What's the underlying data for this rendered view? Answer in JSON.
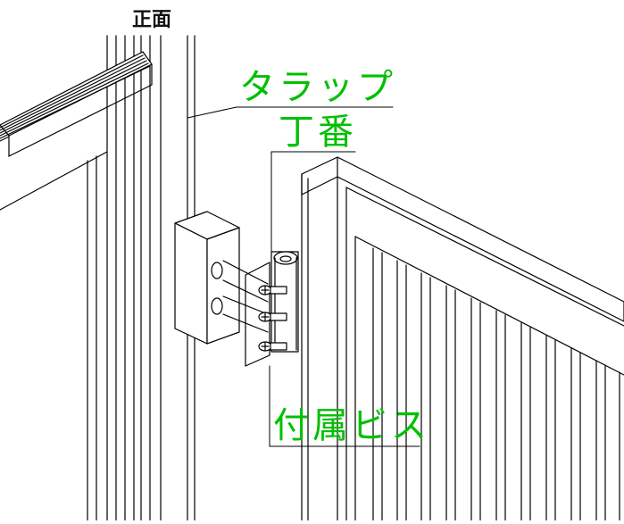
{
  "view_label": "正面",
  "callouts": {
    "strap": "タラップ",
    "hinge": "丁番",
    "screws": "付属ビス"
  },
  "colors": {
    "label_green": "#00c000",
    "line": "#000000",
    "background": "#ffffff"
  }
}
